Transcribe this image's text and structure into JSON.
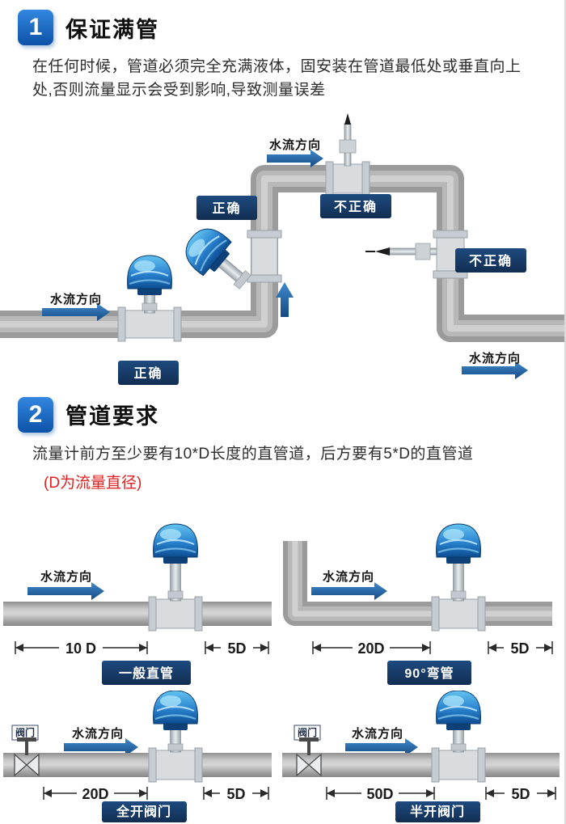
{
  "colors": {
    "accent_blue": "#1a6fd0",
    "navy_label": "#17365d",
    "arrow_blue": "#1f5fa8",
    "red_note": "#e31f1f",
    "pipe_gray": "#9b9b9b",
    "meter_blue": "#2a82cf"
  },
  "section1": {
    "number": "1",
    "title": "保证满管",
    "description": "在任何时候，管道必须完全充满液体，固安装在管道最低处或垂直向上处,否则流量显示会受到影响,导致测量误差",
    "labels": {
      "flow": "水流方向",
      "correct": "正确",
      "incorrect": "不正确"
    }
  },
  "section2": {
    "number": "2",
    "title": "管道要求",
    "description": "流量计前方至少要有10*D长度的直管道，后方要有5*D的直管道",
    "note": "(D为流量直径)",
    "flow_label": "水流方向",
    "valve_label": "阀门",
    "diagrams": [
      {
        "name": "一般直管",
        "dim_front": "10 D",
        "dim_back": "5D"
      },
      {
        "name": "90°弯管",
        "dim_front": "20D",
        "dim_back": "5D"
      },
      {
        "name": "全开阀门",
        "dim_front": "20D",
        "dim_back": "5D"
      },
      {
        "name": "半开阀门",
        "dim_front": "50D",
        "dim_back": "5D"
      }
    ]
  }
}
